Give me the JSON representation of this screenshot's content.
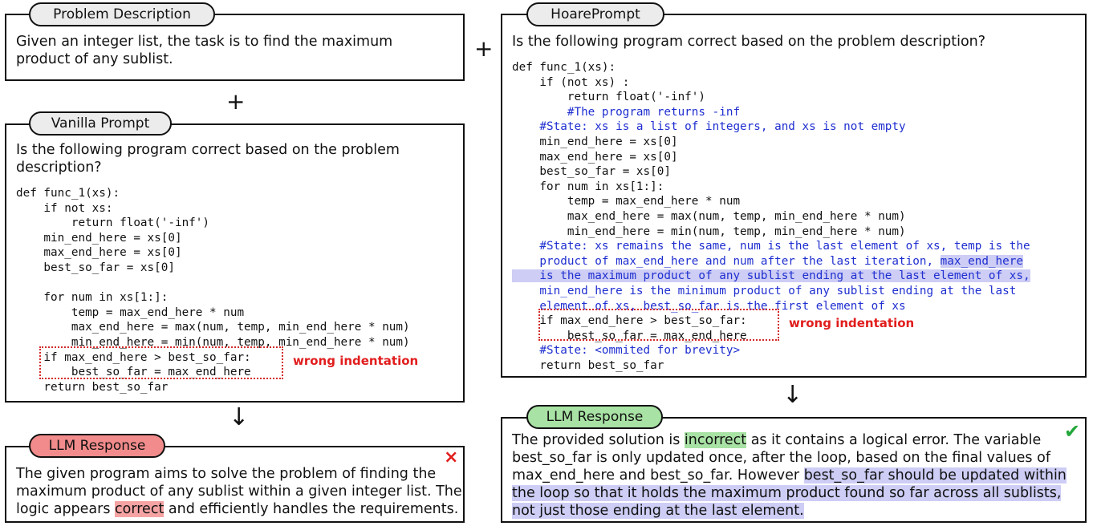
{
  "problem": {
    "title": "Problem Description",
    "text": "Given an integer list, the task is to find the maximum\nproduct of any sublist."
  },
  "plus": "+",
  "vanilla": {
    "title": "Vanilla Prompt",
    "question": "Is the following program correct based on the problem\ndescription?",
    "code_a": "def func_1(xs):\n    if not xs:\n        return float('-inf')\n    min_end_here = xs[0]\n    max_end_here = xs[0]\n    best_so_far = xs[0]\n\n    for num in xs[1:]:\n        temp = max_end_here * num\n        max_end_here = max(num, temp, min_end_here * num)\n        min_end_here = min(num, temp, min_end_here * num)",
    "code_b": "    if max_end_here > best_so_far:\n        best_so_far = max_end_here",
    "code_c": "    return best_so_far",
    "wrong_label": "wrong indentation"
  },
  "arrow": "↓",
  "llm_left": {
    "title": "LLM Response",
    "mark": "×",
    "text_pre": "The given program aims to solve the problem of finding the\nmaximum product of any sublist within a given integer list. The\nlogic appears ",
    "text_hl": "correct",
    "text_post": " and efficiently handles the requirements."
  },
  "hoare": {
    "title": "HoarePrompt",
    "question": "Is the following program correct based on the problem description?",
    "code1": "def func_1(xs):\n    if (not xs) :\n        return float('-inf')",
    "comment1": "        #The program returns -inf\n    #State: xs is a list of integers, and xs is not empty",
    "code2": "    min_end_here = xs[0]\n    max_end_here = xs[0]\n    best_so_far = xs[0]\n    for num in xs[1:]:\n        temp = max_end_here * num\n        max_end_here = max(num, temp, min_end_here * num)\n        min_end_here = min(num, temp, min_end_here * num)",
    "comment2_pre": "    #State: xs remains the same, num is the last element of xs, temp is the\n    product of max_end_here and num after the last iteration, ",
    "comment2_hl": "max_end_here\n    is the maximum product of any sublist ending at the last element of xs,",
    "comment2_post": "\n    min_end_here is the minimum product of any sublist ending at the last\n    element of xs, best_so_far is the first element of xs",
    "code3": "    if max_end_here > best_so_far:\n        best_so_far = max_end_here",
    "comment3": "    #State: <ommited for brevity>",
    "code4": "    return best_so_far",
    "wrong_label": "wrong indentation"
  },
  "llm_right": {
    "title": "LLM Response",
    "mark": "✔",
    "text_a": "The provided solution is ",
    "text_hl1": "incorrect",
    "text_b": " as it contains a logical error. The variable\nbest_so_far is only updated once, after the loop, based on the final values of\nmax_end_here and best_so_far. However ",
    "text_hl2": "best_so_far should be updated within\nthe loop so that it holds the maximum product found so far across all sublists,\nnot just those ending at the last element.",
    "text_c": ""
  },
  "colors": {
    "comment_blue": "#1f2fd0",
    "highlight_blue": "#cdcdf5",
    "highlight_red": "#f6a3a3",
    "highlight_green": "#a8e2a4",
    "error_red": "#e11d1d",
    "check_green": "#22a83a"
  }
}
